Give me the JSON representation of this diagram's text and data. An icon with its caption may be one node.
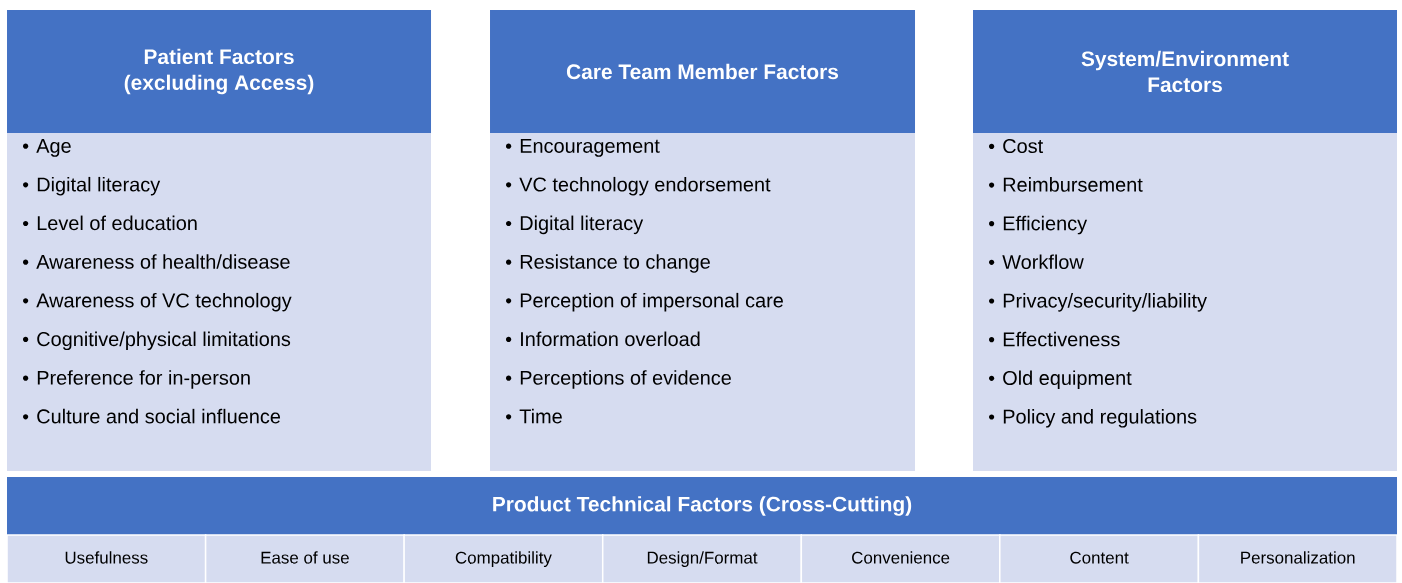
{
  "diagram": {
    "nodes": [
      {
        "text": [
          "Patient Factors (excluding Access)"
        ]
      },
      {
        "text": [
          "Age",
          "Digital literacy",
          "Level of education",
          "Awareness of health/disease",
          "Awareness of VC technology",
          "Cognitive/physical limitations",
          "Preference for in-person",
          "Culture and social influence"
        ]
      },
      {
        "text": [
          "Care Team Member Factors"
        ]
      },
      {
        "text": [
          "Encouragement",
          "VC technology endorsement",
          "Digital literacy",
          "Resistance to change",
          "Perception of impersonal care",
          "Information overload",
          "Perceptions of evidence",
          "Time"
        ]
      },
      {
        "text": [
          "System/Environment Factors"
        ]
      },
      {
        "text": [
          "Cost",
          "Reimbursement",
          "Efficiency",
          "Workflow",
          "Privacy/security/liability",
          "Effectiveness",
          "Old equipment",
          "Policy and regulations"
        ]
      },
      {
        "text": [
          "Product Technical Factors (Cross-Cutting)"
        ]
      },
      {
        "text": [
          "Usefulness"
        ]
      },
      {
        "text": [
          "Ease of use"
        ]
      },
      {
        "text": [
          "Compatibility"
        ]
      },
      {
        "text": [
          "Design/Format"
        ]
      },
      {
        "text": [
          "Convenience"
        ]
      },
      {
        "text": [
          "Content"
        ]
      },
      {
        "text": [
          "Personalization"
        ]
      }
    ]
  }
}
